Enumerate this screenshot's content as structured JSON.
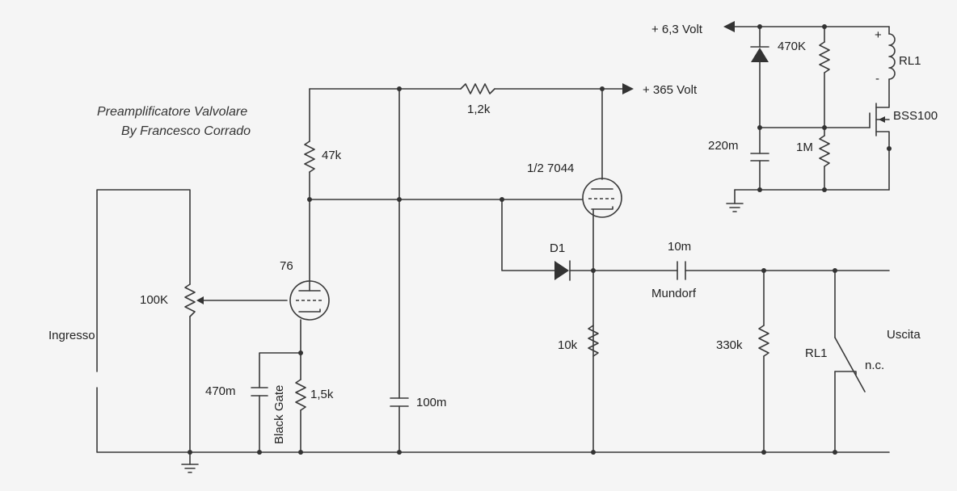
{
  "title": {
    "line1": "Preamplificatore Valvolare",
    "line2": "By Francesco Corrado"
  },
  "labels": {
    "input": "Ingresso",
    "output": "Uscita",
    "supply_hv": "+ 365 Volt",
    "supply_heater": "+ 6,3 Volt",
    "pot": "100K",
    "tube1": "76",
    "tube2": "1/2 7044",
    "r_plate1": "47k",
    "r_series": "1,2k",
    "c_cathode": "470m",
    "c_cathode_type": "Black Gate",
    "r_cathode": "1,5k",
    "c_bypass": "100m",
    "diode": "D1",
    "c_out": "10m",
    "c_out_type": "Mundorf",
    "r_load": "10k",
    "r_out": "330k",
    "relay_contact": "RL1",
    "relay_nc": "n.c.",
    "r_top": "470K",
    "relay_coil": "RL1",
    "mosfet": "BSS100",
    "c_timer": "220m",
    "r_gate": "1M"
  }
}
